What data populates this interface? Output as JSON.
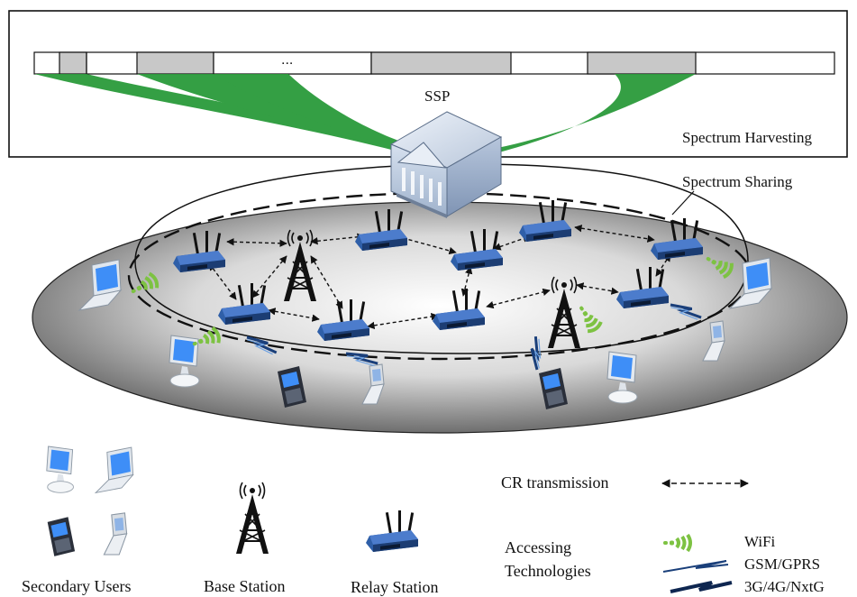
{
  "labels": {
    "ssp": "SSP",
    "spectrum_harvesting": "Spectrum Harvesting",
    "spectrum_sharing": "Spectrum Sharing",
    "spectrum_ellipsis": "...",
    "cr_transmission": "CR transmission",
    "accessing_line1": "Accessing",
    "accessing_line2": "Technologies",
    "wifi": "WiFi",
    "gsm": "GSM/GPRS",
    "nxtg": "3G/4G/NxtG",
    "secondary_users": "Secondary Users",
    "base_station": "Base Station",
    "relay_station": "Relay Station"
  },
  "colors": {
    "harvest_green": "#2a9a3a",
    "band_gray": "#c8c8c8",
    "router_blue": "#2f5fa8",
    "wifi_green": "#7dc242",
    "link_blue": "#1a3f7a"
  },
  "icons": {
    "ssp": "building-icon",
    "relay": "router-icon",
    "base": "tower-icon",
    "laptop": "laptop-icon",
    "desktop": "desktop-icon",
    "phone": "phone-icon"
  }
}
